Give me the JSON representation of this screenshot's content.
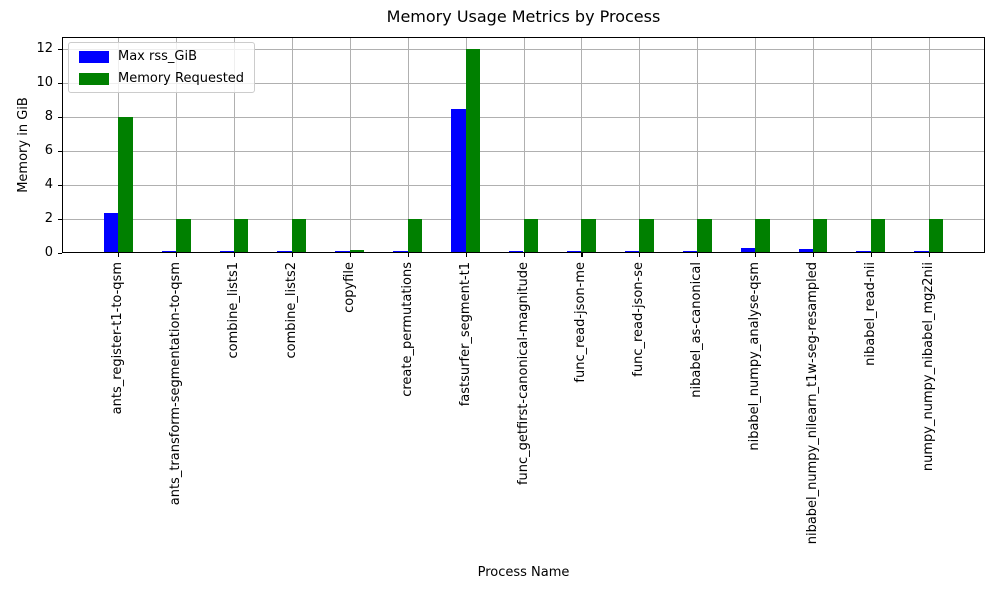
{
  "chart_data": {
    "type": "bar",
    "title": "Memory Usage Metrics by Process",
    "xlabel": "Process Name",
    "ylabel": "Memory in GiB",
    "categories": [
      "ants_register-t1-to-qsm",
      "ants_transform-segmentation-to-qsm",
      "combine_lists1",
      "combine_lists2",
      "copyfile",
      "create_permutations",
      "fastsurfer_segment-t1",
      "func_getfirst-canonical-magnitude",
      "func_read-json-me",
      "func_read-json-se",
      "nibabel_as-canonical",
      "nibabel_numpy_analyse-qsm",
      "nibabel_numpy_nilearn_t1w-seg-resampled",
      "nibabel_read-nii",
      "numpy_numpy_nibabel_mgz2nii"
    ],
    "series": [
      {
        "name": "Max rss_GiB",
        "color": "#0000ff",
        "values": [
          2.33,
          0.14,
          0.13,
          0.13,
          0.12,
          0.13,
          8.45,
          0.14,
          0.14,
          0.13,
          0.13,
          0.28,
          0.24,
          0.14,
          0.14
        ]
      },
      {
        "name": "Memory Requested",
        "color": "#008000",
        "values": [
          8,
          2,
          2,
          2,
          0.2,
          2,
          12,
          2,
          2,
          2,
          2,
          2,
          2,
          2,
          2
        ]
      }
    ],
    "ylim": [
      0,
      12.7
    ],
    "yticks": [
      0,
      2,
      4,
      6,
      8,
      10,
      12
    ],
    "grid": true,
    "grid_color": "#b0b0b0",
    "legend_position": "upper left",
    "xtick_rotation": 90
  }
}
